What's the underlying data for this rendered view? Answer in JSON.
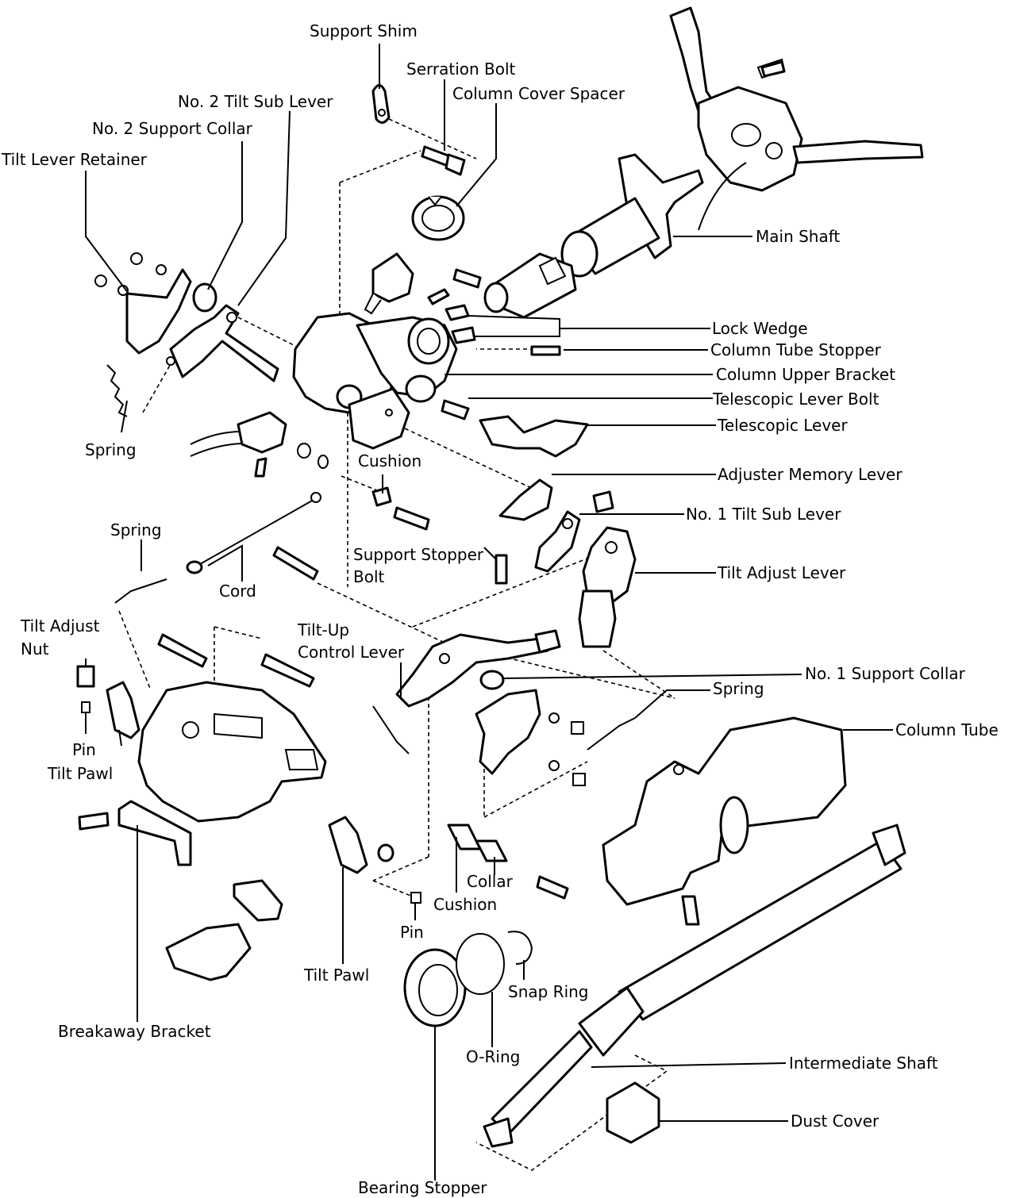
{
  "labels": {
    "support_shim": "Support Shim",
    "serration_bolt": "Serration Bolt",
    "column_cover_spacer": "Column Cover Spacer",
    "no2_tilt_sub_lever": "No. 2 Tilt Sub Lever",
    "no2_support_collar": "No. 2 Support Collar",
    "tilt_lever_retainer": "Tilt Lever Retainer",
    "main_shaft": "Main Shaft",
    "lock_wedge": "Lock Wedge",
    "column_tube_stopper": "Column Tube Stopper",
    "column_upper_bracket": "Column Upper Bracket",
    "telescopic_lever_bolt": "Telescopic Lever Bolt",
    "telescopic_lever": "Telescopic Lever",
    "adjuster_memory_lever": "Adjuster Memory Lever",
    "no1_tilt_sub_lever": "No. 1 Tilt Sub Lever",
    "tilt_adjust_lever": "Tilt Adjust Lever",
    "no1_support_collar": "No. 1 Support Collar",
    "spring_right": "Spring",
    "column_tube": "Column Tube",
    "spring_upper_left": "Spring",
    "cushion_upper": "Cushion",
    "spring_middle_left": "Spring",
    "support_stopper_line1": "Support Stopper",
    "support_stopper_line2": "Bolt",
    "cord": "Cord",
    "tilt_adjust_nut_line1": "Tilt Adjust",
    "tilt_adjust_nut_line2": "Nut",
    "tilt_up_line1": "Tilt-Up",
    "tilt_up_line2": "Control Lever",
    "pin_left": "Pin",
    "tilt_pawl_left": "Tilt Pawl",
    "collar": "Collar",
    "cushion_lower": "Cushion",
    "pin_lower": "Pin",
    "tilt_pawl_lower": "Tilt Pawl",
    "snap_ring": "Snap Ring",
    "o_ring": "O-Ring",
    "breakaway_bracket": "Breakaway Bracket",
    "intermediate_shaft": "Intermediate Shaft",
    "dust_cover": "Dust Cover",
    "bearing_stopper": "Bearing Stopper"
  }
}
